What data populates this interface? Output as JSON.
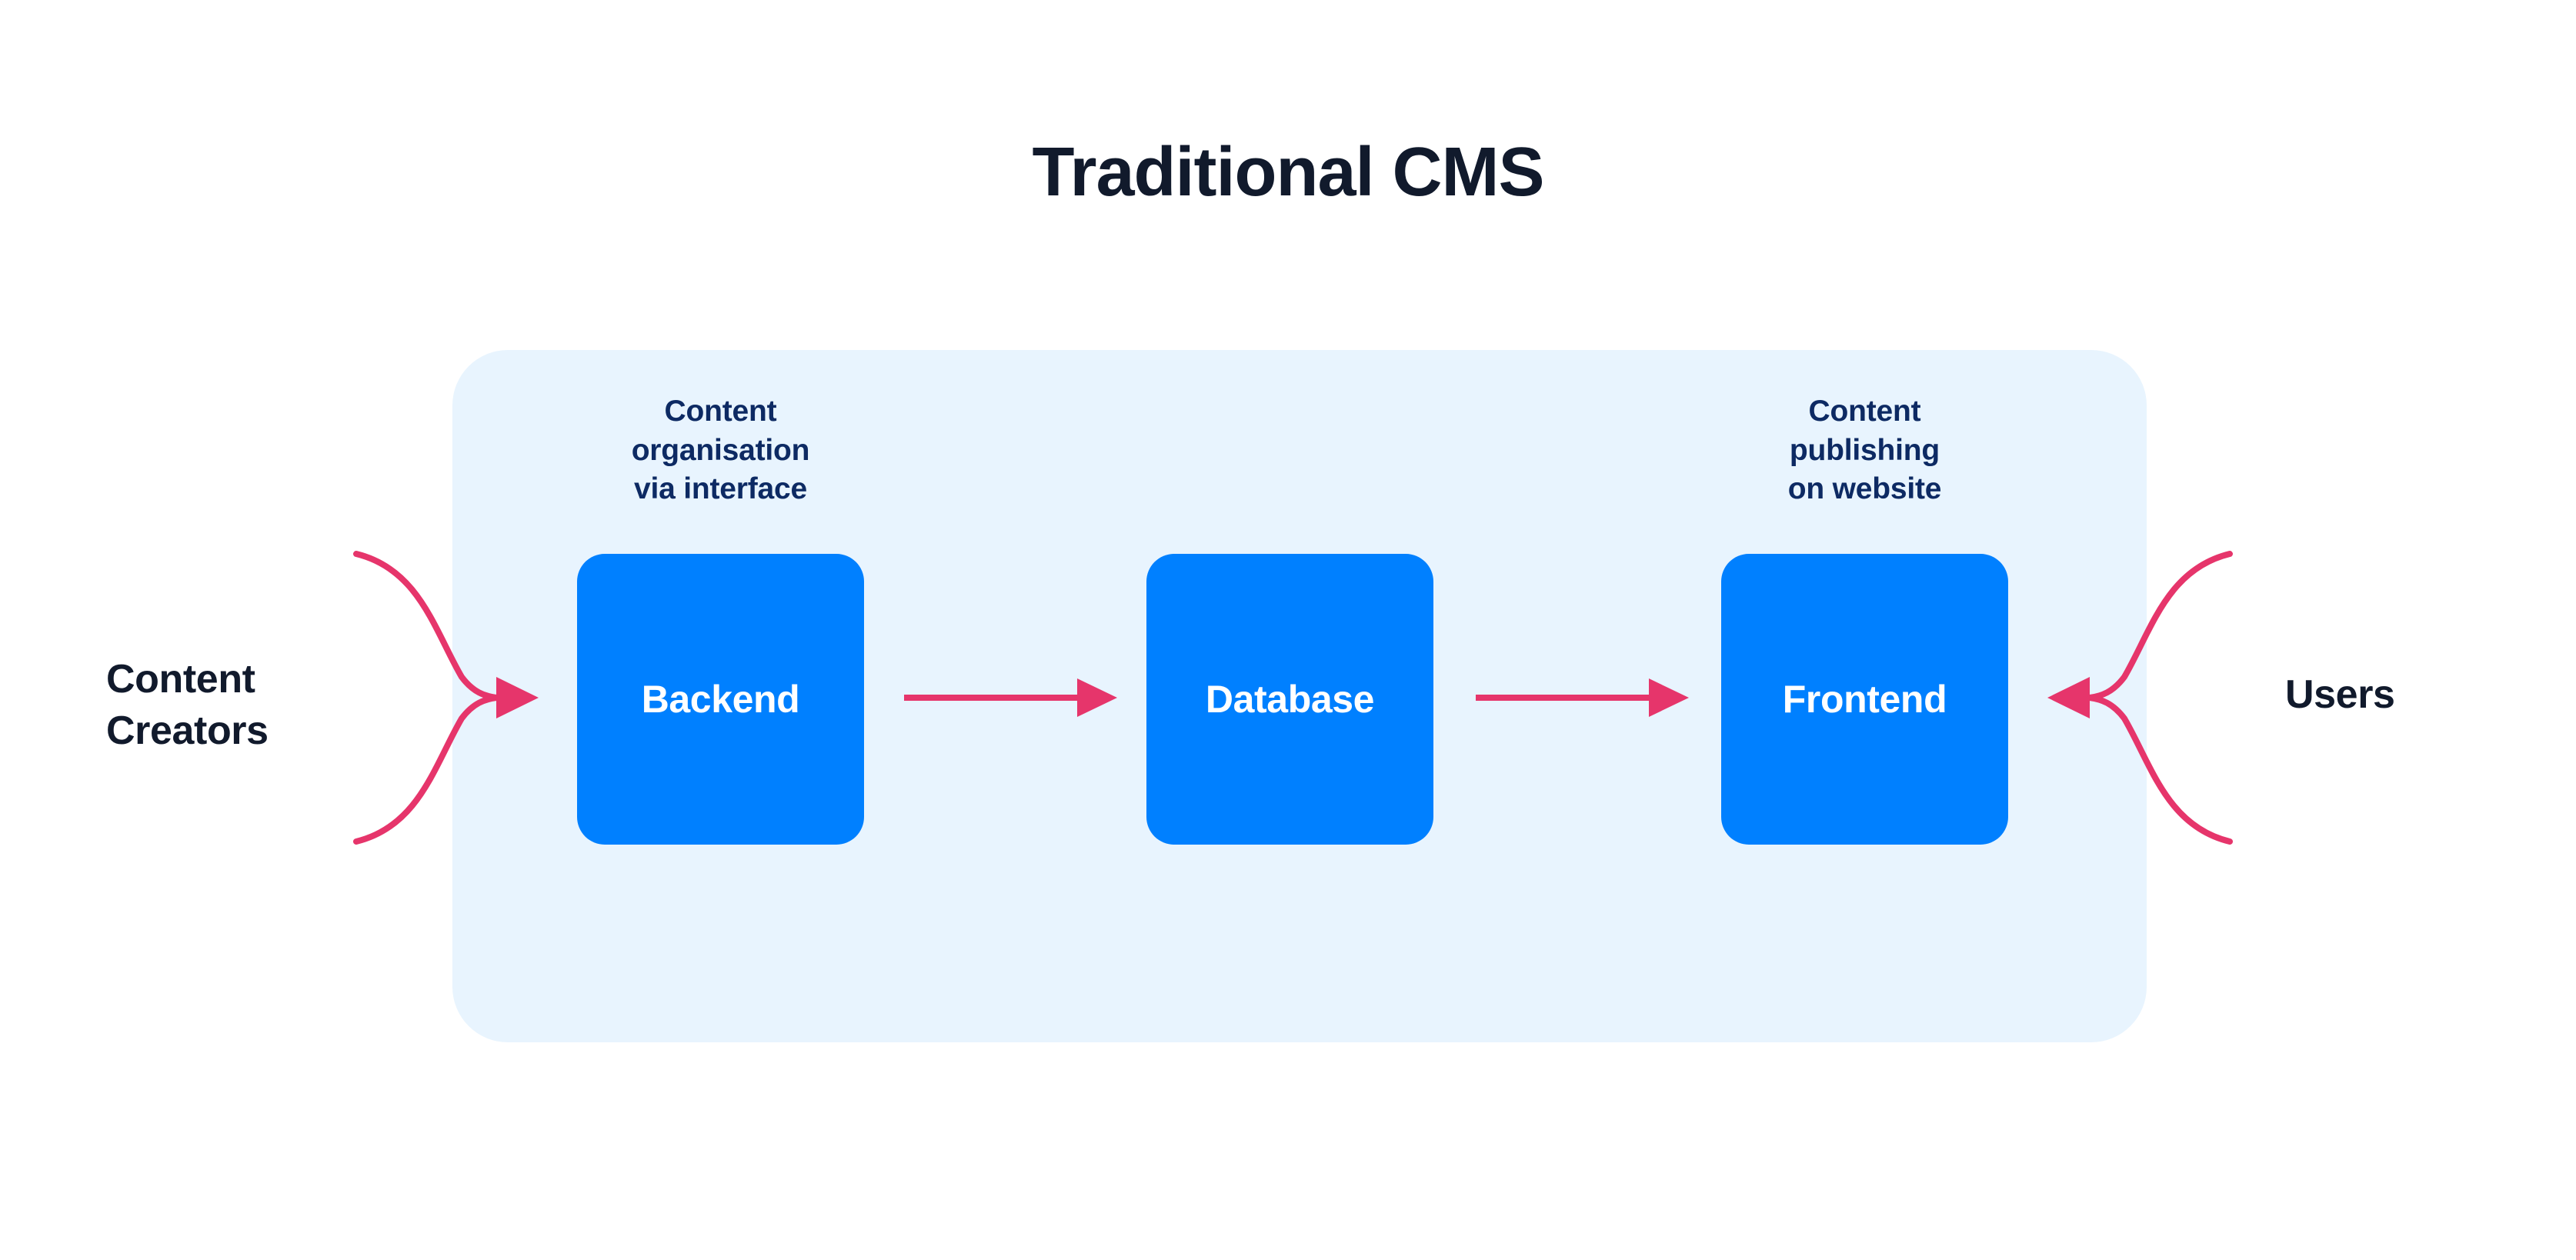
{
  "title": "Traditional CMS",
  "colors": {
    "page_background": "#FFFFFF",
    "panel_background": "#E8F4FE",
    "node_blue": "#0080FF",
    "node_label": "#FFFFFF",
    "caption_navy": "#0D2A63",
    "title_dark": "#111A2C",
    "arrow_pink": "#E6356B"
  },
  "actors": {
    "left": {
      "label": "Content\nCreators",
      "arrow_direction": "right",
      "arrow_style": "converging-s-curve"
    },
    "right": {
      "label": "Users",
      "arrow_direction": "left",
      "arrow_style": "converging-s-curve"
    }
  },
  "nodes": [
    {
      "id": "backend",
      "caption": "Content\norganisation\nvia interface",
      "label": "Backend"
    },
    {
      "id": "database",
      "caption": "",
      "label": "Database"
    },
    {
      "id": "frontend",
      "caption": "Content\npublishing\non website",
      "label": "Frontend"
    }
  ],
  "connectors": [
    {
      "id": "backend-to-database",
      "from": "Backend",
      "to": "Database",
      "style": "straight-arrow",
      "direction": "right"
    },
    {
      "id": "database-to-frontend",
      "from": "Database",
      "to": "Frontend",
      "style": "straight-arrow",
      "direction": "right"
    }
  ],
  "chart_data": {
    "type": "diagram",
    "title": "Traditional CMS",
    "nodes": [
      "Backend",
      "Database",
      "Frontend"
    ],
    "edges": [
      [
        "Content Creators",
        "Backend"
      ],
      [
        "Backend",
        "Database"
      ],
      [
        "Database",
        "Frontend"
      ],
      [
        "Users",
        "Frontend"
      ]
    ],
    "annotations": [
      "Content organisation via interface",
      "Content publishing on website"
    ]
  }
}
